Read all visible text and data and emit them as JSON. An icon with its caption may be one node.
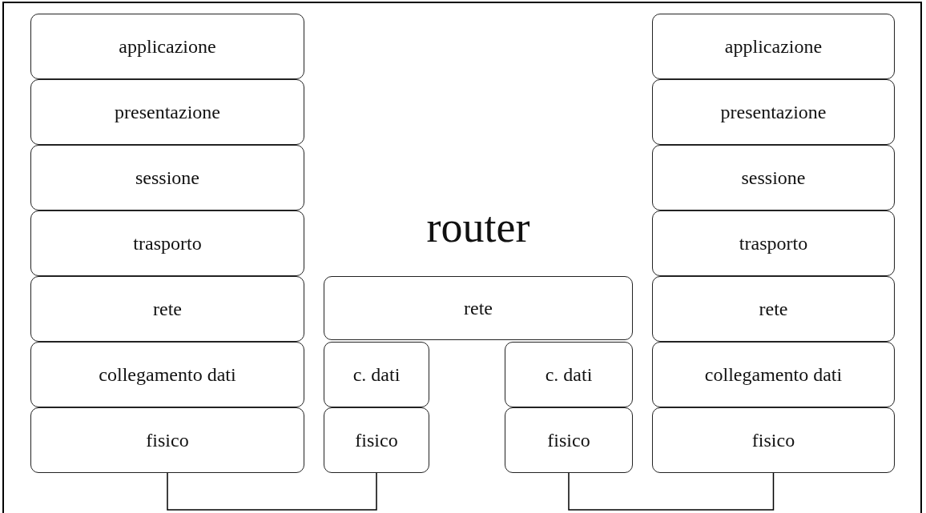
{
  "diagram": {
    "nodes": [
      {
        "text": [
          "applicazione"
        ]
      },
      {
        "text": [
          "presentazione"
        ]
      },
      {
        "text": [
          "sessione"
        ]
      },
      {
        "text": [
          "trasporto"
        ]
      },
      {
        "text": [
          "rete"
        ]
      },
      {
        "text": [
          "collegamento dati"
        ]
      },
      {
        "text": [
          "fisico"
        ]
      },
      {
        "text": [
          "rete"
        ]
      },
      {
        "text": [
          "c. dati"
        ]
      },
      {
        "text": [
          "c. dati"
        ]
      },
      {
        "text": [
          "fisico"
        ]
      },
      {
        "text": [
          "fisico"
        ]
      },
      {
        "text": [
          "applicazione"
        ]
      },
      {
        "text": [
          "presentazione"
        ]
      },
      {
        "text": [
          "sessione"
        ]
      },
      {
        "text": [
          "trasporto"
        ]
      },
      {
        "text": [
          "rete"
        ]
      },
      {
        "text": [
          "collegamento dati"
        ]
      },
      {
        "text": [
          "fisico"
        ]
      }
    ],
    "edges": [
      {
        "from": 6,
        "to": 10,
        "arrow": "none"
      },
      {
        "from": 11,
        "to": 18,
        "arrow": "none"
      }
    ],
    "labels": [
      "router"
    ]
  }
}
